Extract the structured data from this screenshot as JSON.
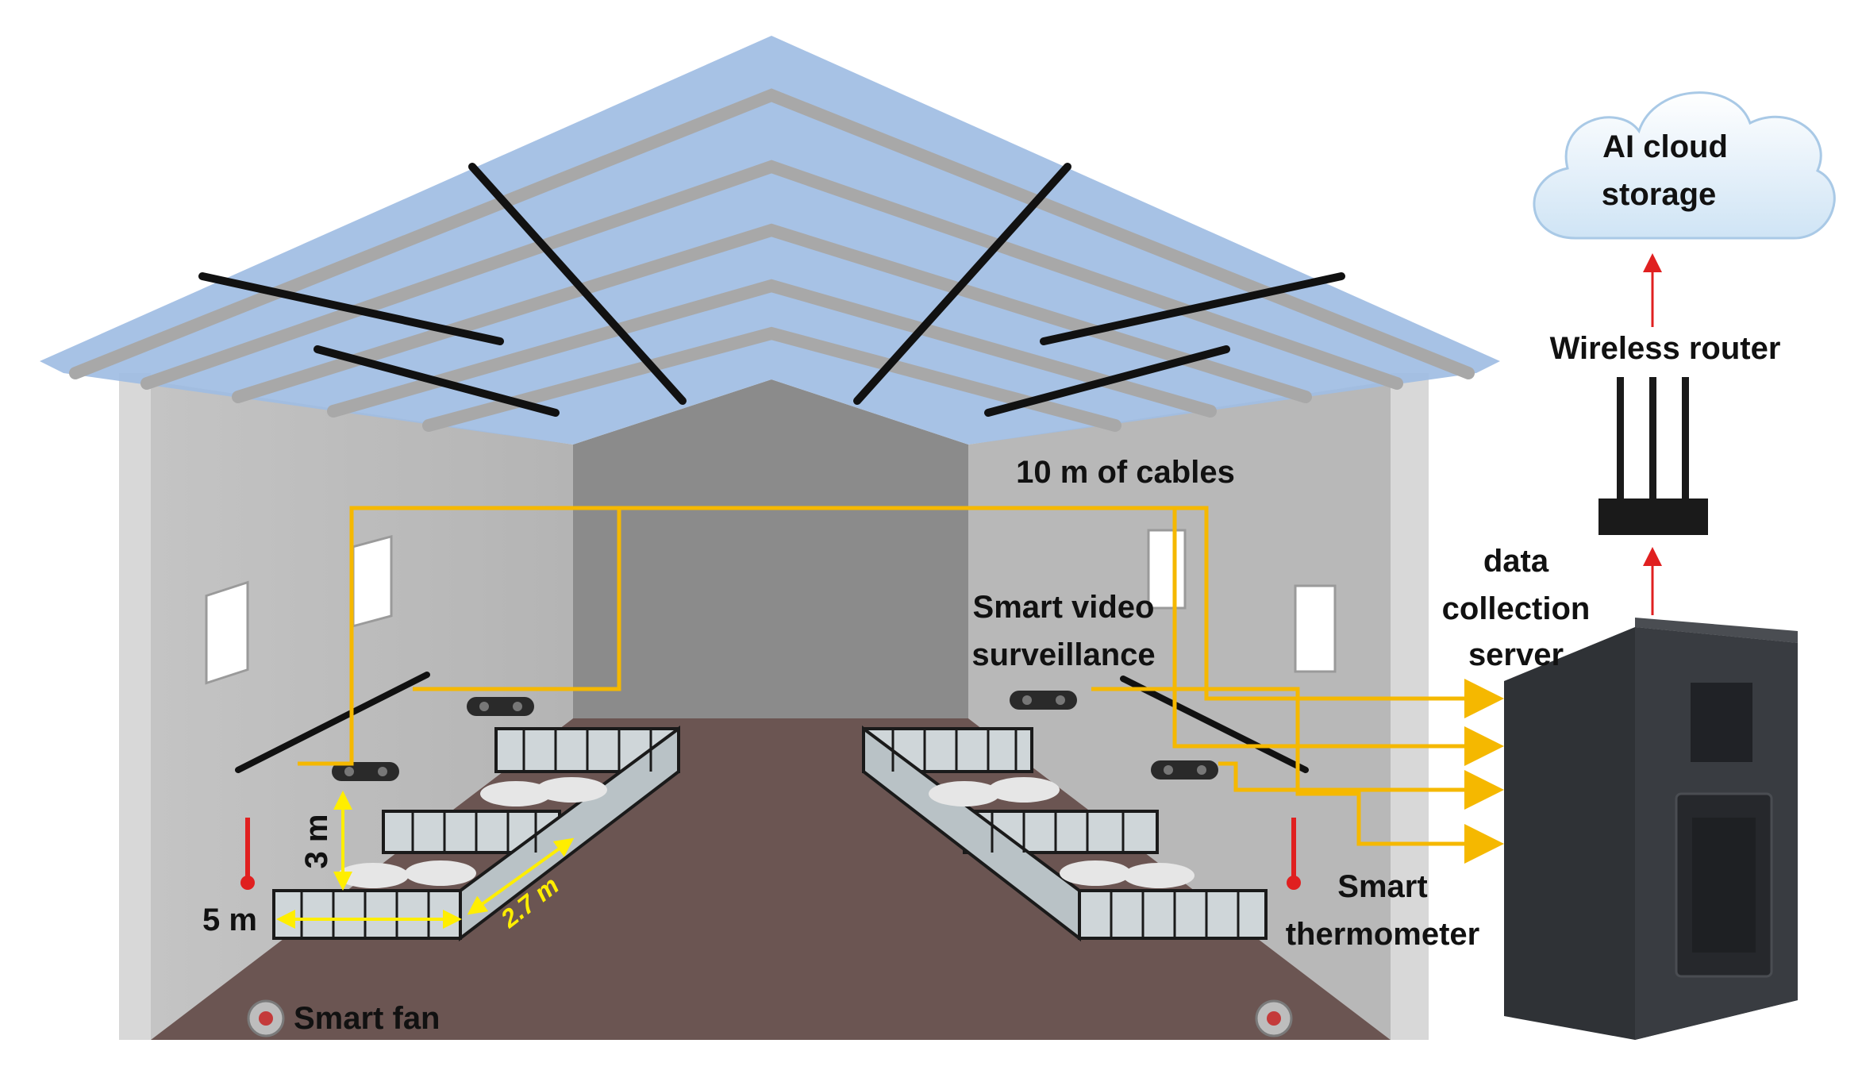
{
  "labels": {
    "cloud_line1": "AI cloud",
    "cloud_line2": "storage",
    "router": "Wireless router",
    "server_line1": "data",
    "server_line2": "collection",
    "server_line3": "server",
    "cables": "10 m of cables",
    "camera_line1": "Smart video",
    "camera_line2": "surveillance",
    "thermo_line1": "Smart",
    "thermo_line2": "thermometer",
    "fan": "Smart fan",
    "dim_height": "3 m",
    "dim_width": "5 m",
    "dim_depth": "2.7 m"
  },
  "colors": {
    "cable": "#f5b800",
    "dimension": "#ffee00",
    "uplink_arrow": "#e02020",
    "roof": "#9fbde3",
    "wall": "#b9b9b9",
    "floor": "#6b5552",
    "server": "#2f3236"
  },
  "icons": [
    "cloud-icon",
    "router-icon",
    "server-icon",
    "camera-icon",
    "thermometer-icon",
    "fan-icon",
    "window-icon"
  ]
}
